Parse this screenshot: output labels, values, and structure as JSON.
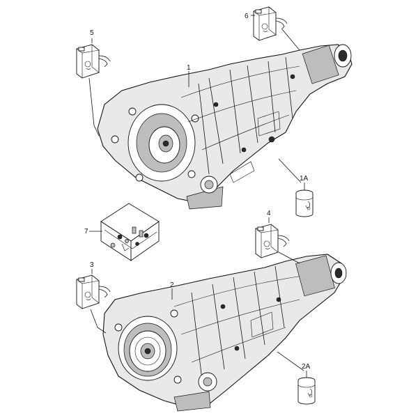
{
  "labels": {
    "part_1": "1",
    "part_1a": "1A",
    "part_2": "2",
    "part_2a": "2A",
    "part_3": "3",
    "part_4": "4",
    "part_5": "5",
    "part_6": "6",
    "part_7": "7"
  },
  "icons": {
    "oil_canister": "oil-canister-icon",
    "fluid_can": "fluid-can-icon",
    "repair_kit": "repair-kit-box-icon"
  }
}
